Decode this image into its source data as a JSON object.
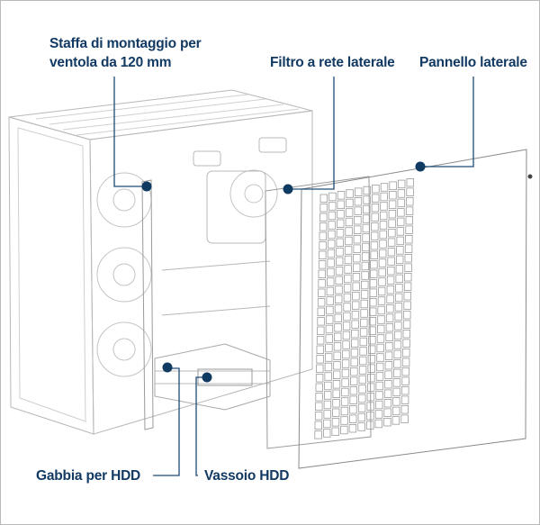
{
  "diagram": {
    "subject": "PC case exploded view (side panel)",
    "accent_color": "#0f3a62",
    "line_color": "#a9a9a9",
    "callouts": [
      {
        "id": "fan-bracket",
        "text_lines": [
          "Staffa di montaggio per",
          "ventola da 120 mm"
        ]
      },
      {
        "id": "side-mesh-filter",
        "text": "Filtro a rete laterale"
      },
      {
        "id": "side-panel",
        "text": "Pannello laterale"
      },
      {
        "id": "hdd-cage",
        "text": "Gabbia per HDD"
      },
      {
        "id": "hdd-tray",
        "text": "Vassoio HDD"
      }
    ]
  }
}
